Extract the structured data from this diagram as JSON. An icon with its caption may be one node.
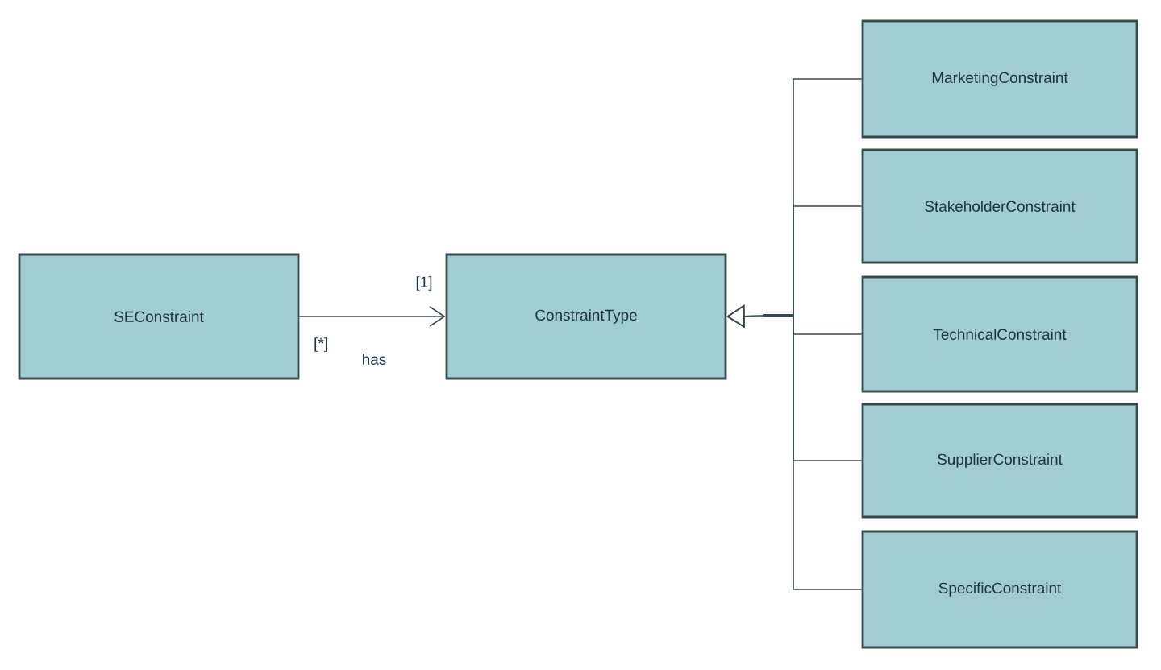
{
  "diagram": {
    "nodes": [
      {
        "text": [
          "SEConstraint"
        ]
      },
      {
        "text": [
          "ConstraintType"
        ]
      },
      {
        "text": [
          "MarketingConstraint"
        ]
      },
      {
        "text": [
          "StakeholderConstraint"
        ]
      },
      {
        "text": [
          "TechnicalConstraint"
        ]
      },
      {
        "text": [
          "SupplierConstraint"
        ]
      },
      {
        "text": [
          "SpecificConstraint"
        ]
      }
    ],
    "edges": [
      {
        "from": 0,
        "to": 1,
        "arrow": "to",
        "label": "has"
      },
      {
        "from": 2,
        "to": 1,
        "arrow": "to"
      },
      {
        "from": 3,
        "to": 1,
        "arrow": "to"
      },
      {
        "from": 4,
        "to": 1,
        "arrow": "to"
      },
      {
        "from": 5,
        "to": 1,
        "arrow": "to"
      },
      {
        "from": 6,
        "to": 1,
        "arrow": "to"
      }
    ],
    "labels": [
      "[1]",
      "[*]"
    ]
  }
}
